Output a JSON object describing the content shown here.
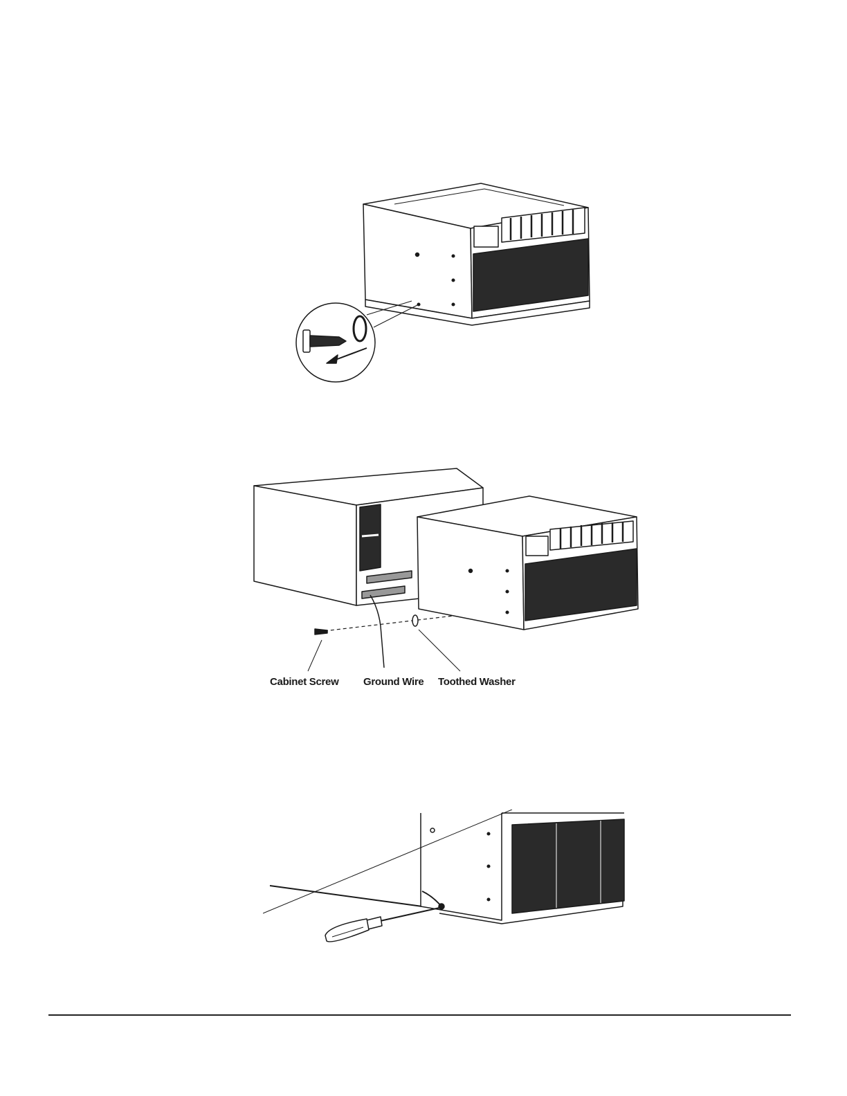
{
  "figures": [
    {
      "id": "fig1",
      "subject": "unit-with-screw-removal-detail"
    },
    {
      "id": "fig2",
      "subject": "sleeve-and-unit-ground-wire-assembly",
      "labels": {
        "cabinet_screw": "Cabinet Screw",
        "ground_wire": "Ground Wire",
        "toothed_washer": "Toothed Washer"
      }
    },
    {
      "id": "fig3",
      "subject": "screwdriver-fastening-ground-screw"
    }
  ],
  "colors": {
    "ink": "#1a1a1a",
    "grille": "#2a2a2a",
    "paper": "#ffffff"
  }
}
